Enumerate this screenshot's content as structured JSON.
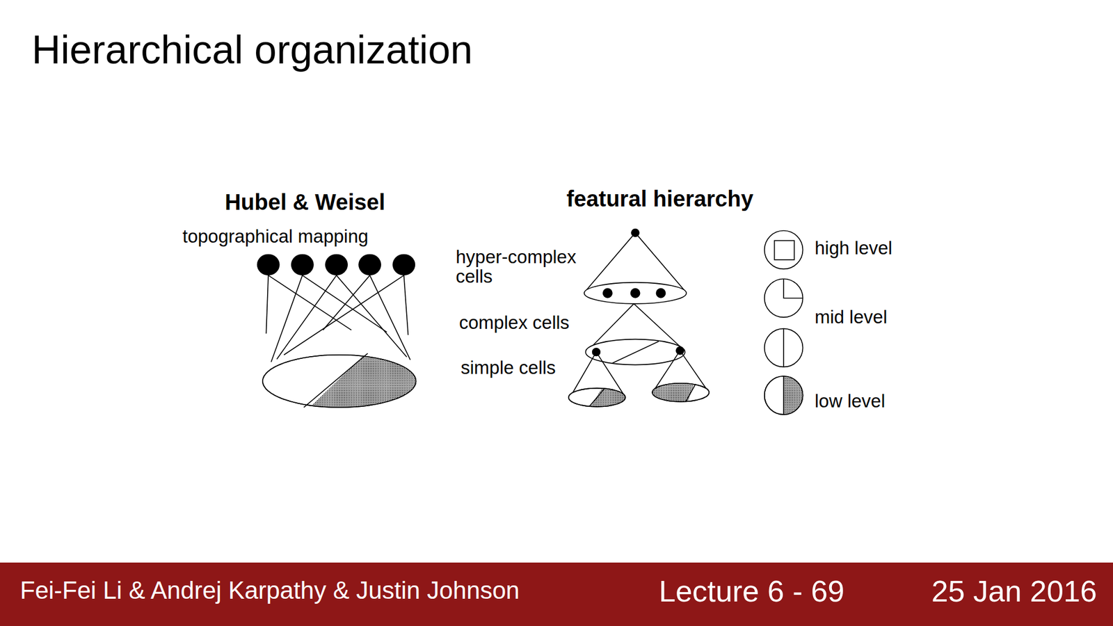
{
  "diagram": {
    "title": "Hierarchical organization",
    "labels": [
      "Hubel & Weisel",
      "topographical mapping",
      "featural hierarchy",
      "hyper-complex cells",
      "complex cells",
      "simple cells",
      "high level",
      "mid level",
      "low level",
      "Fei-Fei Li & Andrej Karpathy & Justin Johnson",
      "Lecture 6 - 69",
      "25 Jan 2016"
    ]
  }
}
